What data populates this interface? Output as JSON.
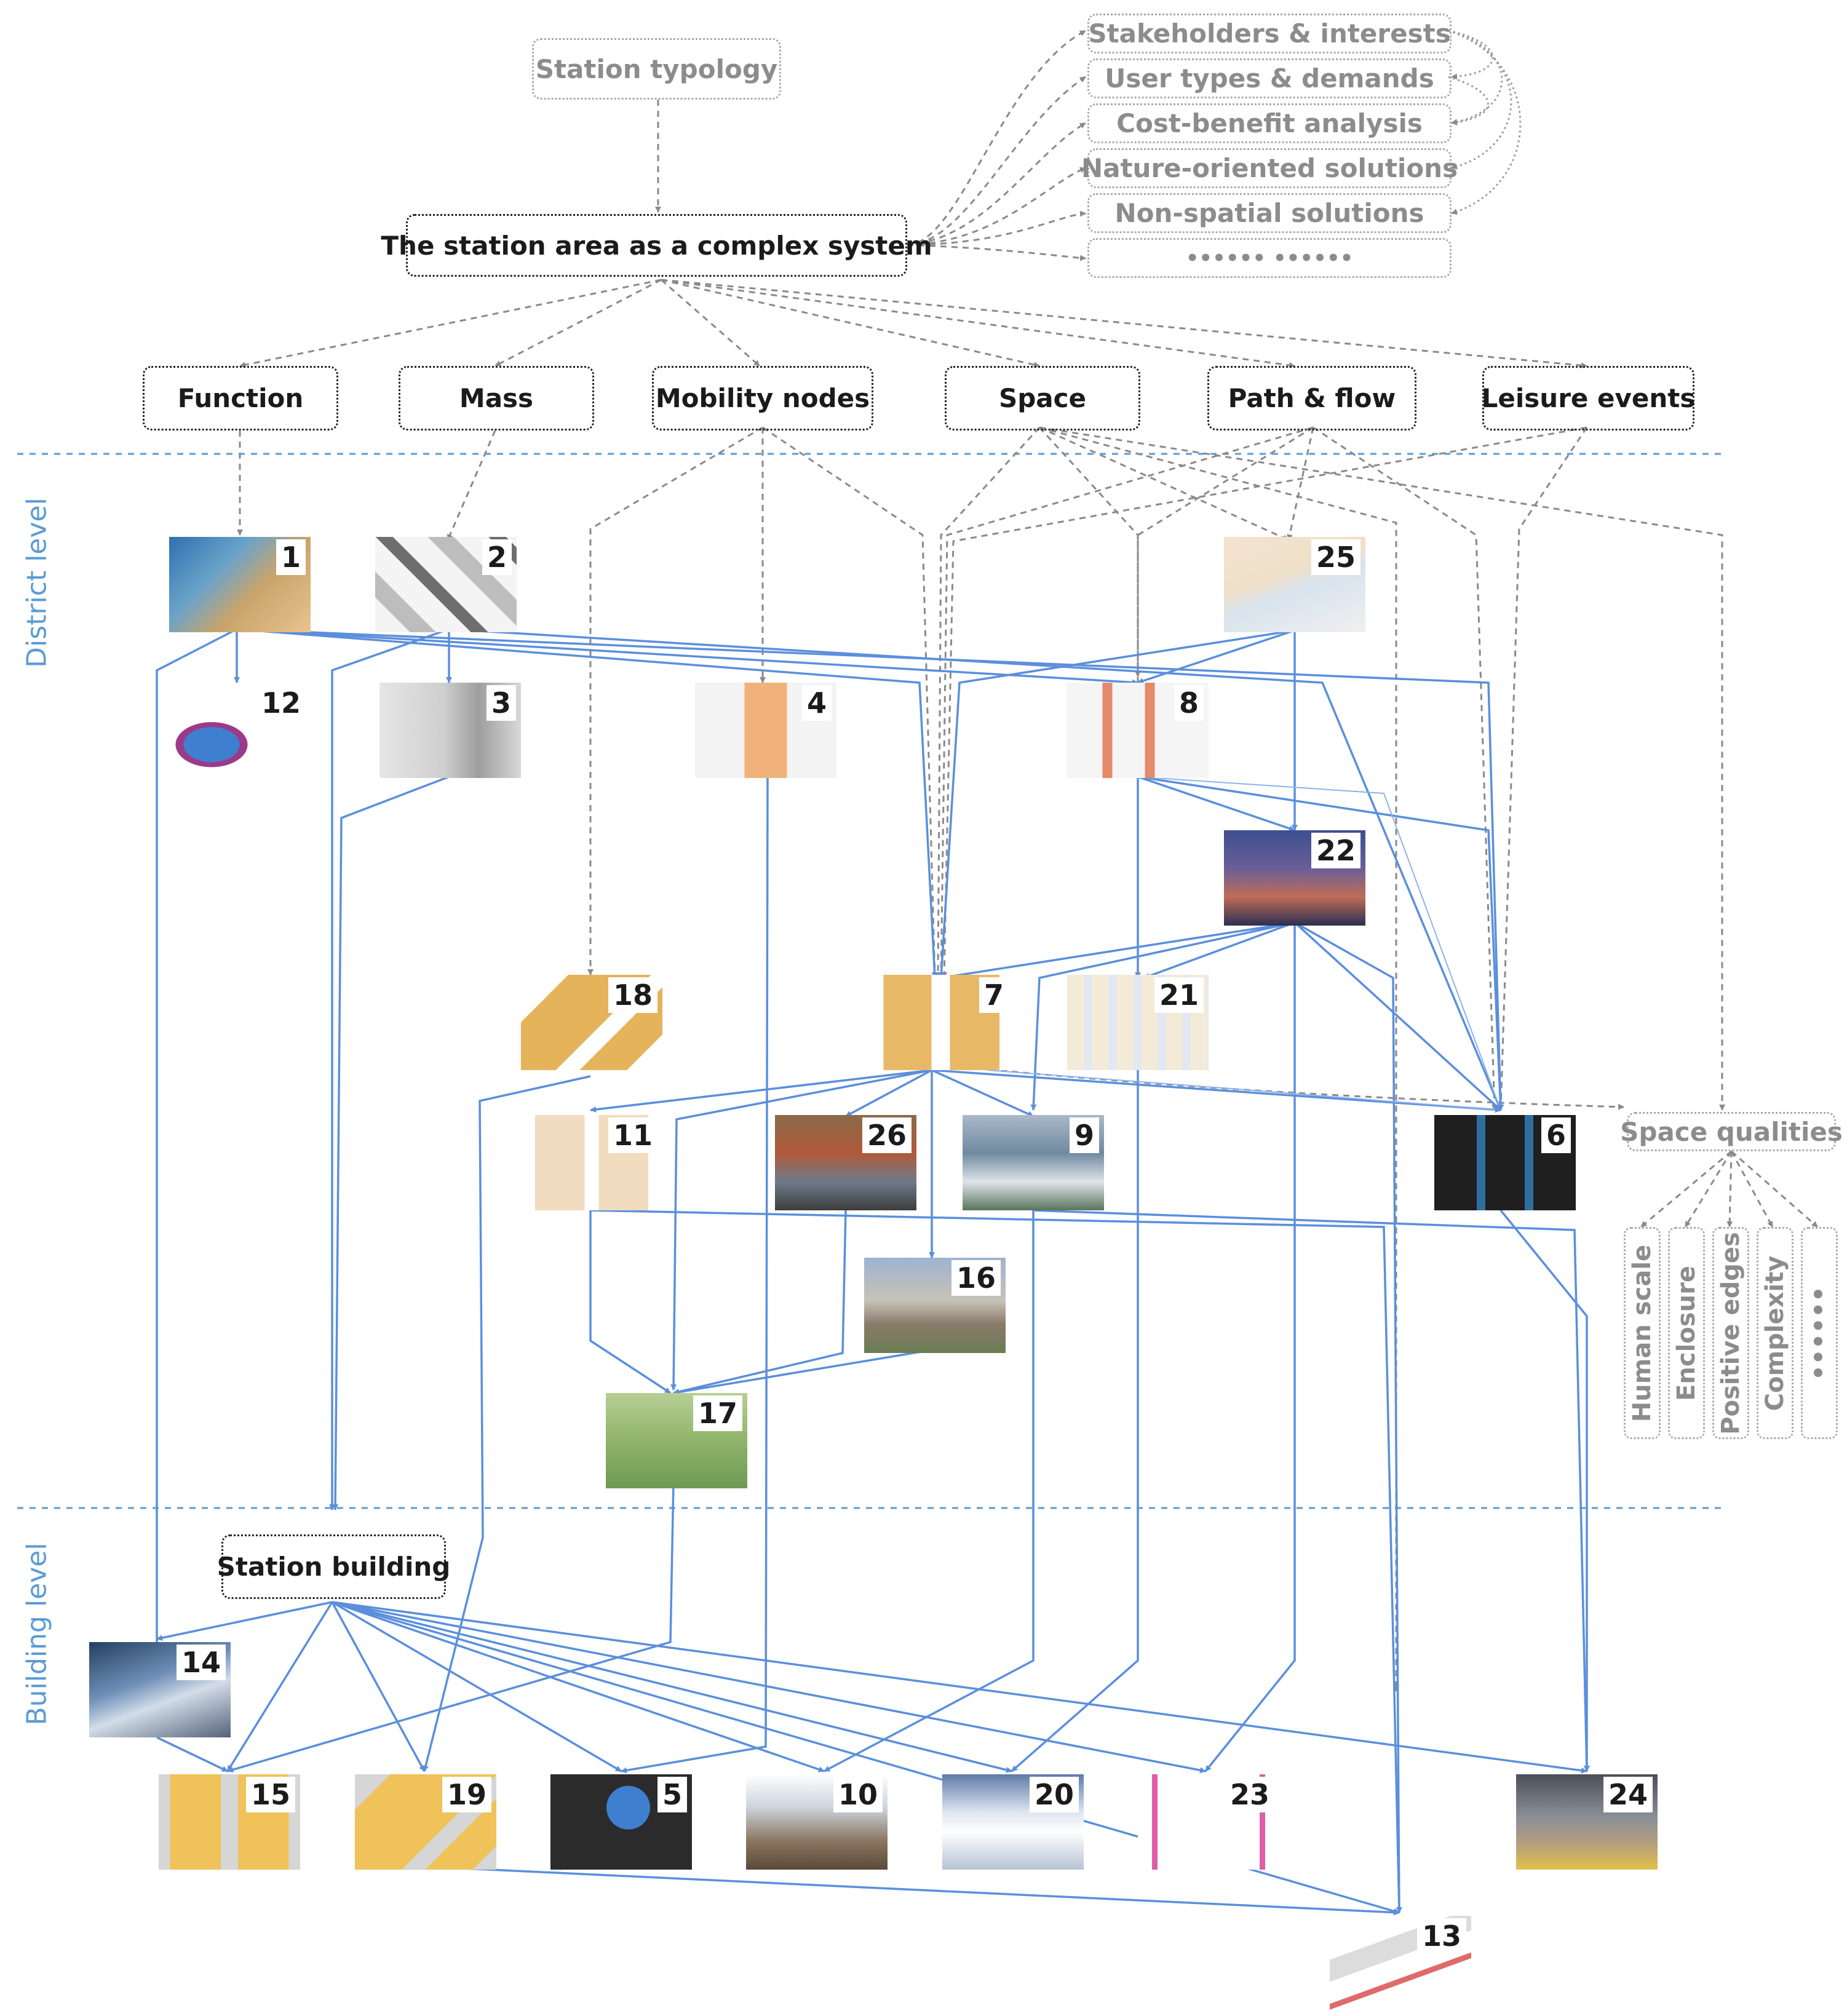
{
  "level_labels": {
    "district": "District level",
    "building": "Building level"
  },
  "top": {
    "station_typology": "Station typology",
    "complex_system": "The station area as a complex system"
  },
  "aspects": [
    "Stakeholders & interests",
    "User types & demands",
    "Cost-benefit analysis",
    "Nature-oriented solutions",
    "Non-spatial solutions",
    "•••••• ••••••"
  ],
  "categories": [
    "Function",
    "Mass",
    "Mobility nodes",
    "Space",
    "Path & flow",
    "Leisure events"
  ],
  "space_qualities": {
    "title": "Space qualities",
    "items": [
      "Human scale",
      "Enclosure",
      "Positive edges",
      "Complexity",
      "••••••"
    ]
  },
  "station_building": "Station building",
  "tiles": {
    "t1": "1",
    "t2": "2",
    "t3": "3",
    "t4": "4",
    "t5": "5",
    "t6": "6",
    "t7": "7",
    "t8": "8",
    "t9": "9",
    "t10": "10",
    "t11": "11",
    "t12": "12",
    "t13": "13",
    "t14": "14",
    "t15": "15",
    "t16": "16",
    "t17": "17",
    "t18": "18",
    "t19": "19",
    "t20": "20",
    "t21": "21",
    "t22": "22",
    "t23": "23",
    "t24": "24",
    "t25": "25",
    "t26": "26"
  },
  "colors": {
    "blue_links": "#5b8fdc",
    "gray_links": "#8a8a8a",
    "level_divider": "#5b9bd5",
    "gray_text": "#8c8c8c",
    "dark_text": "#1b1b1b"
  }
}
